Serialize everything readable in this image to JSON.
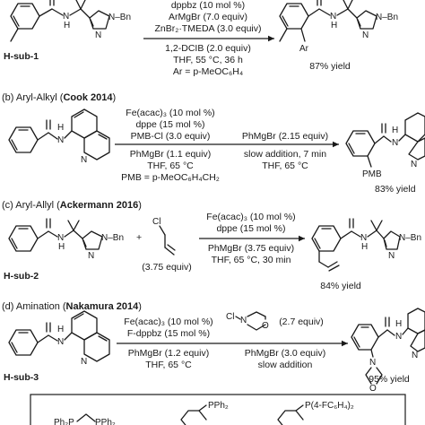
{
  "a": {
    "conditions_above": [
      "dppbz (10 mol %)",
      "ArMgBr (7.0 equiv)",
      "ZnBr₂·TMEDA (3.0 equiv)"
    ],
    "conditions_below": [
      "1,2-DCIB (2.0 equiv)",
      "THF, 55 °C, 36 h",
      "Ar = p-MeOC₆H₄"
    ],
    "substrate_label": "H-sub-1",
    "product_yield": "87% yield",
    "atom_nh": "N",
    "atom_h": "H",
    "atom_bn": "N–Bn",
    "atom_n": "N",
    "atom_ar": "Ar"
  },
  "b": {
    "header_prefix": "(b) Aryl-Alkyl (",
    "header_author": "Cook 2014",
    "header_suffix": ")",
    "step1": [
      "Fe(acac)₃ (10 mol %)",
      "dppe (15 mol %)",
      "PMB-Cl (3.0 equiv)",
      "PhMgBr (1.1 equiv)",
      "THF, 65 °C",
      "PMB = p-MeOC₆H₄CH₂"
    ],
    "step2": [
      "PhMgBr (2.15 equiv)",
      "slow addition, 7 min",
      "THF, 65 °C"
    ],
    "product_yield": "83% yield",
    "atom_n": "N",
    "atom_h": "H",
    "atom_pmb": "PMB"
  },
  "c": {
    "header_prefix": "(c) Aryl-Allyl (",
    "header_author": "Ackermann 2016",
    "header_suffix": ")",
    "reagent_plus": "+",
    "reagent_cl": "Cl",
    "reagent_equiv": "(3.75 equiv)",
    "conditions_above": [
      "Fe(acac)₃ (10 mol %)",
      "dppe (15 mol %)"
    ],
    "conditions_below": [
      "PhMgBr (3.75 equiv)",
      "THF, 65 °C, 30 min"
    ],
    "substrate_label": "H-sub-2",
    "product_yield": "84% yield",
    "atom_nh": "N",
    "atom_h": "H",
    "atom_bn": "N–Bn",
    "atom_n": "N"
  },
  "d": {
    "header_prefix": "(d) Amination (",
    "header_author": "Nakamura 2014",
    "header_suffix": ")",
    "step1": [
      "Fe(acac)₃ (10 mol %)",
      "F-dppbz (15 mol %)",
      "PhMgBr (1.2 equiv)",
      "THF, 65 °C"
    ],
    "reagent_equiv": "(2.7 equiv)",
    "step2": [
      "PhMgBr (3.0 equiv)",
      "slow addition"
    ],
    "substrate_label": "H-sub-3",
    "product_yield": "95% yield",
    "atom_cl": "Cl",
    "atom_n": "N",
    "atom_o": "O",
    "atom_h": "H"
  },
  "ligands": {
    "dppe_left": "Ph₂P",
    "dppe_right": "PPh₂",
    "dppbz": "PPh₂",
    "fdppbz": "P(4-FC₆H₄)₂"
  }
}
